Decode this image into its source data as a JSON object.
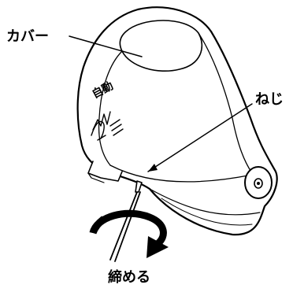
{
  "labels": {
    "cover": "カバー",
    "screw": "ねじ",
    "tighten": "締める"
  },
  "device_marking": {
    "mode": "自動"
  },
  "icons": {
    "device_mode_icon": "hand-sensor-icon",
    "rotation_arrow": "clockwise-arrow-icon",
    "tool": "screwdriver-icon"
  },
  "colors": {
    "line": "#000000",
    "fill": "#ffffff"
  }
}
